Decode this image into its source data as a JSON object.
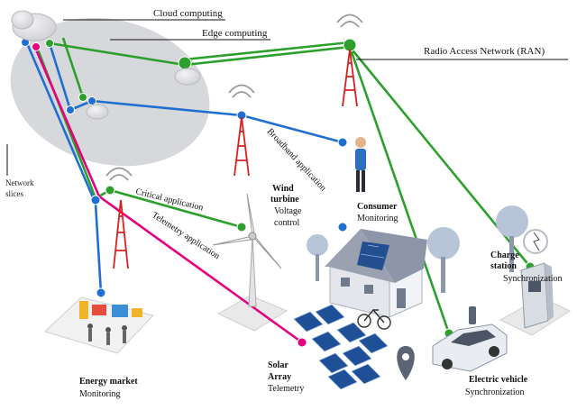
{
  "labels": {
    "cloud_computing": "Cloud computing",
    "edge_computing": "Edge computing",
    "ran": "Radio Access Network (RAN)",
    "network_slices_1": "Network",
    "network_slices_2": "slices",
    "critical_app": "Critical application",
    "telemetry_app": "Telemetry application",
    "broadband_app": "Broadband application",
    "wind_turbine_1": "Wind",
    "wind_turbine_2": "turbine",
    "wind_turbine_3": "Voltage",
    "wind_turbine_4": "control",
    "consumer_1": "Consumer",
    "consumer_2": "Monitoring",
    "charge_1": "Charge",
    "charge_2": "station",
    "charge_3": "Synchronization",
    "energy_1": "Energy market",
    "energy_2": "Monitoring",
    "solar_1": "Solar",
    "solar_2": "Array",
    "solar_3": "Telemetry",
    "ev_1": "Electric vehicle",
    "ev_2": "Synchronization"
  },
  "colors": {
    "critical": "#2ca02c",
    "telemetry": "#e6007e",
    "broadband": "#1f6fd1",
    "tower": "#d62020"
  }
}
